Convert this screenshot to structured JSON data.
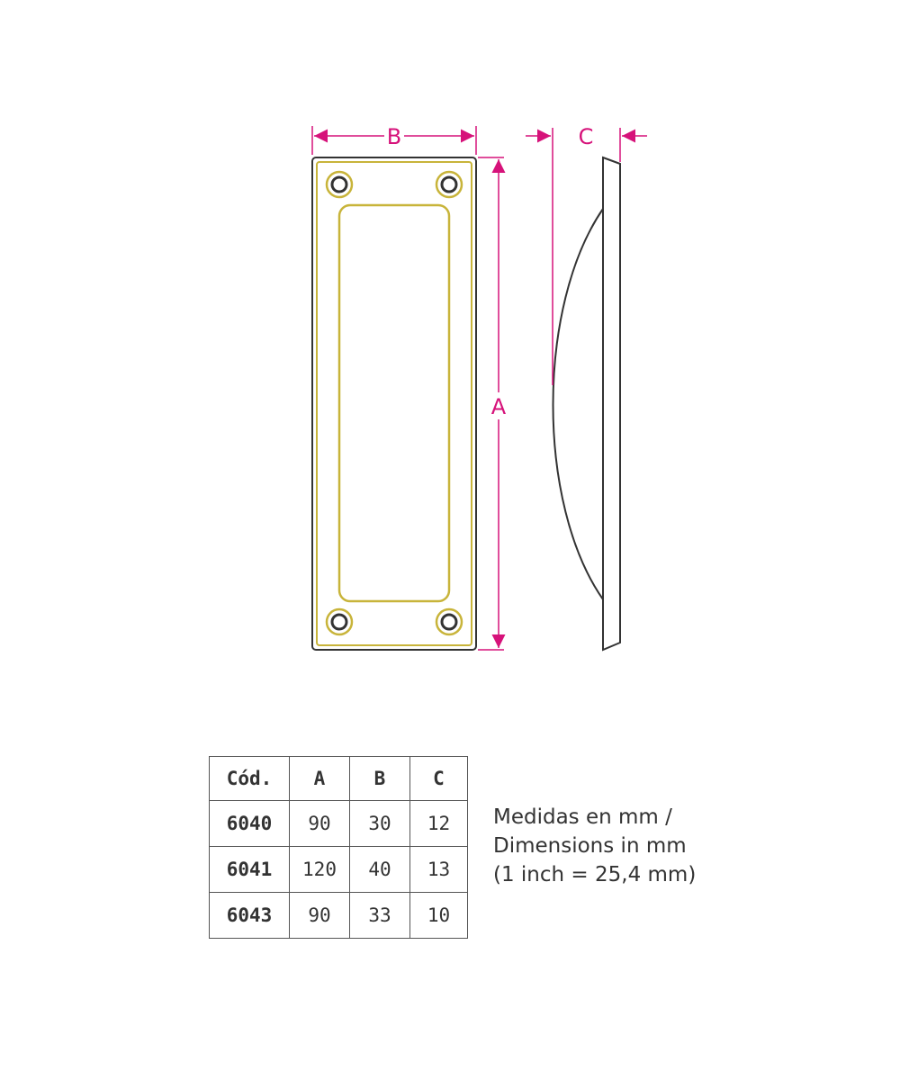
{
  "colors": {
    "dimension": "#d6127a",
    "outline": "#333333",
    "brass": "#c8b43a"
  },
  "drawing": {
    "label_a": "A",
    "label_b": "B",
    "label_c": "C"
  },
  "table": {
    "headers": [
      "Cód.",
      "A",
      "B",
      "C"
    ],
    "rows": [
      [
        "6040",
        "90",
        "30",
        "12"
      ],
      [
        "6041",
        "120",
        "40",
        "13"
      ],
      [
        "6043",
        "90",
        "33",
        "10"
      ]
    ]
  },
  "note": {
    "line1": "Medidas en mm /",
    "line2": "Dimensions in mm",
    "line3": "(1 inch = 25,4 mm)"
  }
}
